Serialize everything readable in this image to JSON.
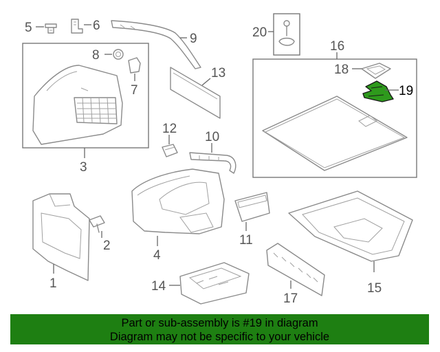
{
  "diagram": {
    "highlight_color": "#2e9a1c",
    "callouts": {
      "c1": "1",
      "c2": "2",
      "c3": "3",
      "c4": "4",
      "c5": "5",
      "c6": "6",
      "c7": "7",
      "c8": "8",
      "c9": "9",
      "c10": "10",
      "c11": "11",
      "c12": "12",
      "c13": "13",
      "c14": "14",
      "c15": "15",
      "c16": "16",
      "c17": "17",
      "c18": "18",
      "c19": "19",
      "c20": "20"
    }
  },
  "banner": {
    "background": "#1e7f12",
    "line1": "Part or sub-assembly is #19 in diagram",
    "line2": "Diagram may not be specific to your vehicle"
  }
}
